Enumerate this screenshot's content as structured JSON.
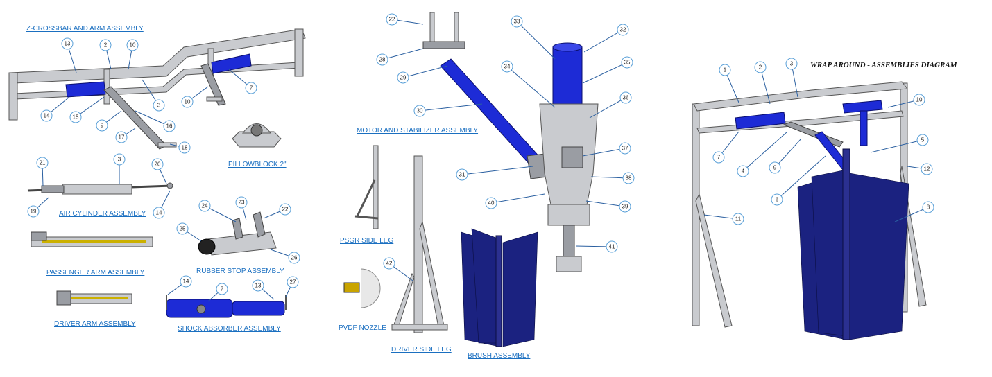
{
  "diagram": {
    "title": "WRAP AROUND - ASSEMBLIES DIAGRAM",
    "colors": {
      "label": "#1a6fc0",
      "cylinder": "#1d2bd6",
      "steel": "#c9cbcf",
      "brush": "#1b2280"
    },
    "assemblies": {
      "z_crossbar": "Z-CROSSBAR AND ARM ASSEMBLY",
      "pillowblock": "PILLOWBLOCK 2\"",
      "air_cylinder": "AIR CYLINDER ASSEMBLY",
      "passenger_arm": "PASSENGER ARM ASSEMBLY",
      "rubber_stop": "RUBBER STOP ASSEMBLY",
      "driver_arm": "DRIVER ARM ASSEMBLY",
      "shock_absorber": "SHOCK ABSORBER ASSEMBLY",
      "motor_stabilizer": "MOTOR AND STABILIZER ASSEMBLY",
      "psgr_side_leg": "PSGR SIDE LEG",
      "pvdf_nozzle": "PVDF NOZZLE",
      "driver_side_leg": "DRIVER SIDE LEG",
      "brush": "BRUSH ASSEMBLY"
    },
    "callouts": [
      "13",
      "2",
      "10",
      "3",
      "7",
      "10",
      "14",
      "15",
      "9",
      "16",
      "17",
      "18",
      "21",
      "3",
      "20",
      "19",
      "14",
      "24",
      "23",
      "22",
      "25",
      "26",
      "14",
      "7",
      "13",
      "27",
      "22",
      "28",
      "29",
      "30",
      "33",
      "32",
      "34",
      "35",
      "36",
      "37",
      "38",
      "39",
      "40",
      "31",
      "41",
      "42",
      "1",
      "2",
      "3",
      "10",
      "7",
      "4",
      "9",
      "5",
      "6",
      "12",
      "11",
      "8"
    ]
  }
}
